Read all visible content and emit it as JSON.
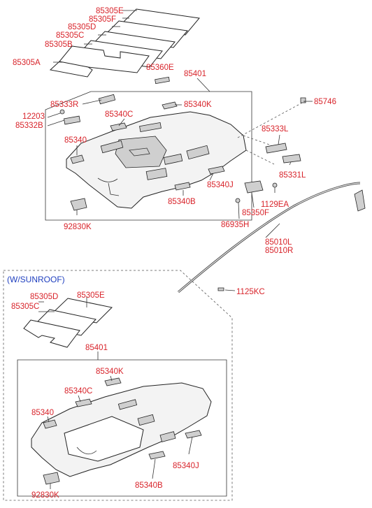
{
  "labels": {
    "p85305E": "85305E",
    "p85305F": "85305F",
    "p85305D": "85305D",
    "p85305C": "85305C",
    "p85305B": "85305B",
    "p85305A": "85305A",
    "p85360E": "85360E",
    "p85401": "85401",
    "p85333R": "85333R",
    "p85340K": "85340K",
    "p85746": "85746",
    "p12203": "12203",
    "p85332B": "85332B",
    "p85340C": "85340C",
    "p85333L": "85333L",
    "p85340": "85340",
    "p85331L": "85331L",
    "p85340J": "85340J",
    "p1129EA": "1129EA",
    "p85340B": "85340B",
    "p85350F": "85350F",
    "p92830K": "92830K",
    "p86935H": "86935H",
    "p85010L": "85010L",
    "p85010R": "85010R",
    "p1125KC": "1125KC"
  },
  "sunroof": {
    "header": "(W/SUNROOF)",
    "p85305D": "85305D",
    "p85305E": "85305E",
    "p85305C": "85305C",
    "p85401": "85401",
    "p85340K": "85340K",
    "p85340C": "85340C",
    "p85340": "85340",
    "p85340J": "85340J",
    "p85340B": "85340B",
    "p92830K": "92830K"
  }
}
